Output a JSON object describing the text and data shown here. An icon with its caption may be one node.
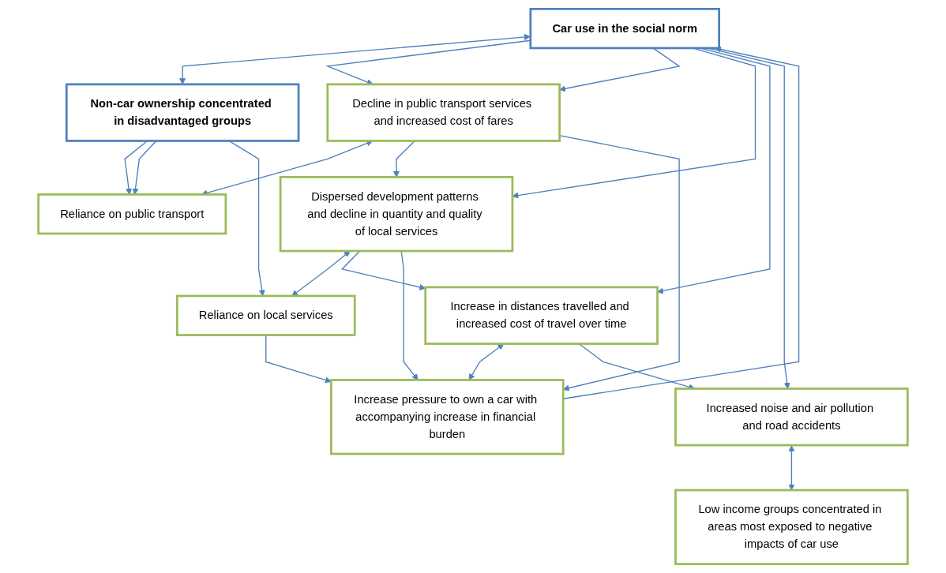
{
  "diagram": {
    "nodes": [
      {
        "text": [
          "Car use in the social norm"
        ]
      },
      {
        "text": [
          "Non-car ownership concentrated in disadvantaged groups"
        ]
      },
      {
        "text": [
          "Decline in public transport services and increased cost of fares"
        ]
      },
      {
        "text": [
          "Reliance on public transport"
        ]
      },
      {
        "text": [
          "Dispersed development patterns and decline in quantity and quality of local services"
        ]
      },
      {
        "text": [
          "Reliance on local services"
        ]
      },
      {
        "text": [
          "Increase in distances travelled and increased cost of travel over time"
        ]
      },
      {
        "text": [
          "Increase pressure to own a car with accompanying increase in financial burden"
        ]
      },
      {
        "text": [
          "Increased noise and air pollution and road accidents"
        ]
      },
      {
        "text": [
          "Low income groups concentrated in areas most exposed to negative impacts of car use"
        ]
      }
    ],
    "edges": [
      {
        "from": 0,
        "to": 1,
        "arrow": "both"
      },
      {
        "from": 0,
        "to": 2,
        "arrow": "to"
      },
      {
        "from": 1,
        "to": 3,
        "arrow": "to"
      },
      {
        "from": 2,
        "to": 3,
        "arrow": "both"
      },
      {
        "from": 2,
        "to": 4,
        "arrow": "to"
      },
      {
        "from": 4,
        "to": 5,
        "arrow": "both"
      },
      {
        "from": 4,
        "to": 6,
        "arrow": "to"
      },
      {
        "from": 5,
        "to": 7,
        "arrow": "to"
      },
      {
        "from": 6,
        "to": 7,
        "arrow": "both"
      },
      {
        "from": 6,
        "to": 8,
        "arrow": "to"
      },
      {
        "from": 8,
        "to": 9,
        "arrow": "both"
      },
      {
        "from": 0,
        "to": 2,
        "arrow": "to"
      },
      {
        "from": 0,
        "to": 4,
        "arrow": "to"
      },
      {
        "from": 0,
        "to": 6,
        "arrow": "to"
      },
      {
        "from": 0,
        "to": 8,
        "arrow": "to"
      },
      {
        "from": 1,
        "to": 3,
        "arrow": "to"
      },
      {
        "from": 1,
        "to": 5,
        "arrow": "to"
      },
      {
        "from": 2,
        "to": 7,
        "arrow": "to"
      },
      {
        "from": 4,
        "to": 7,
        "arrow": "to"
      },
      {
        "from": 7,
        "to": 0,
        "arrow": "to"
      }
    ]
  }
}
